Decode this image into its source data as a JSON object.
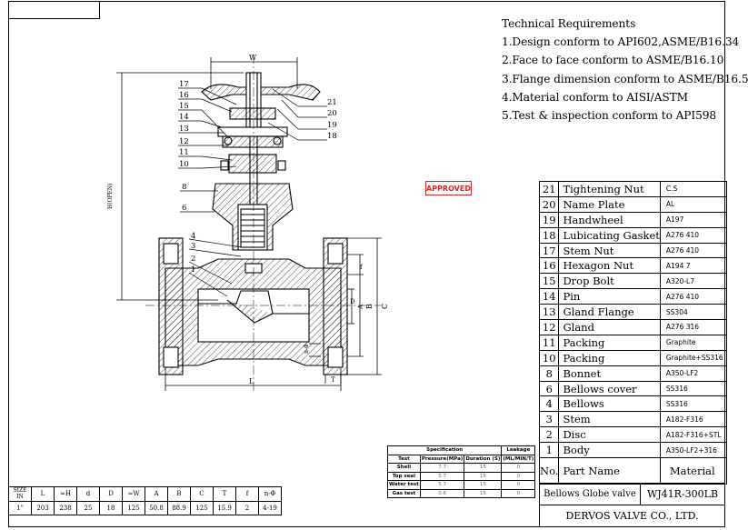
{
  "tech": {
    "title": "Technical Requirements",
    "items": [
      "1.Design conform to API602,ASME/B16.34",
      "2.Face to face conform to ASME/B16.10",
      "3.Flange dimension conform to ASME/B16.5",
      "4.Material conform to AISI/ASTM",
      "5.Test & inspection conform to API598"
    ]
  },
  "stamp": {
    "label": "APPROVED",
    "color": "#d42a2a"
  },
  "parts": [
    {
      "no": "21",
      "name": "Tightening Nut",
      "material": "C.S"
    },
    {
      "no": "20",
      "name": "Name Plate",
      "material": "AL"
    },
    {
      "no": "19",
      "name": "Handwheel",
      "material": "A197"
    },
    {
      "no": "18",
      "name": "Lubicating Gasket",
      "material": "A276 410"
    },
    {
      "no": "17",
      "name": "Stem Nut",
      "material": "A276 410"
    },
    {
      "no": "16",
      "name": "Hexagon Nut",
      "material": "A194 7"
    },
    {
      "no": "15",
      "name": "Drop Bolt",
      "material": "A320-L7"
    },
    {
      "no": "14",
      "name": "Pin",
      "material": "A276 410"
    },
    {
      "no": "13",
      "name": "Gland Flange",
      "material": "SS304"
    },
    {
      "no": "12",
      "name": "Gland",
      "material": "A276 316"
    },
    {
      "no": "11",
      "name": "Packing",
      "material": "Graphite"
    },
    {
      "no": "10",
      "name": "Packing",
      "material": "Graphite+SS316"
    },
    {
      "no": "8",
      "name": "Bonnet",
      "material": "A350-LF2"
    },
    {
      "no": "6",
      "name": "Bellows cover",
      "material": "SS316"
    },
    {
      "no": "4",
      "name": "Bellows",
      "material": "SS316"
    },
    {
      "no": "3",
      "name": "Stem",
      "material": "A182-F316"
    },
    {
      "no": "2",
      "name": "Disc",
      "material": "A182-F316+STL"
    },
    {
      "no": "1",
      "name": "Body",
      "material": "A350-LF2+316"
    }
  ],
  "parts_header": {
    "no": "No.",
    "name": "Part Name",
    "material": "Material"
  },
  "title_block": {
    "product": "Bellows Globe valve",
    "model": "WJ41R-300LB",
    "company": "DERVOS VALVE CO., LTD."
  },
  "spec_table": {
    "header_spec": "Specification",
    "header_leak": "Leakage",
    "cols": [
      "Test",
      "Pressure(MPa)",
      "Duration (S)",
      "(ML/MIN/T)"
    ],
    "rows": [
      [
        "Shell",
        "7.7",
        "15",
        "0"
      ],
      [
        "Top seal",
        "5.7",
        "15",
        "0"
      ],
      [
        "Water test",
        "5.7",
        "15",
        "0"
      ],
      [
        "Gas test",
        "0.6",
        "15",
        "0"
      ]
    ]
  },
  "size_table": {
    "size_label": "SIZE",
    "size_unit": "IN",
    "cols": [
      "L",
      "≈H",
      "d",
      "D",
      "≈W",
      "A",
      "B",
      "C",
      "T",
      "f",
      "n-Φ"
    ],
    "size": "1\"",
    "values": [
      "203",
      "238",
      "25",
      "18",
      "125",
      "50.8",
      "88.9",
      "125",
      "15.9",
      "2",
      "4-19"
    ]
  },
  "drawing": {
    "dims": {
      "W": "W",
      "H": "H(OPEN)",
      "L": "L",
      "C": "C",
      "B": "B",
      "A": "A",
      "D": "D",
      "f": "f",
      "T": "T",
      "nphi": "n-Φ"
    },
    "left_callouts": [
      "17",
      "16",
      "15",
      "14",
      "13",
      "12",
      "11",
      "10",
      "8",
      "6",
      "4",
      "3",
      "2",
      "1"
    ],
    "right_callouts": [
      "21",
      "20",
      "19",
      "18"
    ]
  }
}
